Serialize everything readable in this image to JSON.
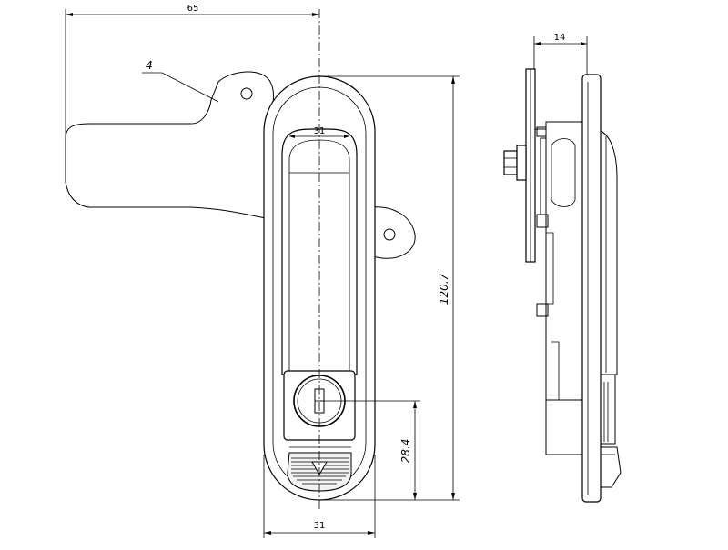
{
  "drawing": {
    "front_view": {
      "dim_width_top": "65",
      "dim_height": "120.7",
      "dim_key_offset": "28.4",
      "dim_width_bottom": "31",
      "part_callout": "4"
    },
    "side_view": {
      "dim_depth": "14"
    }
  }
}
